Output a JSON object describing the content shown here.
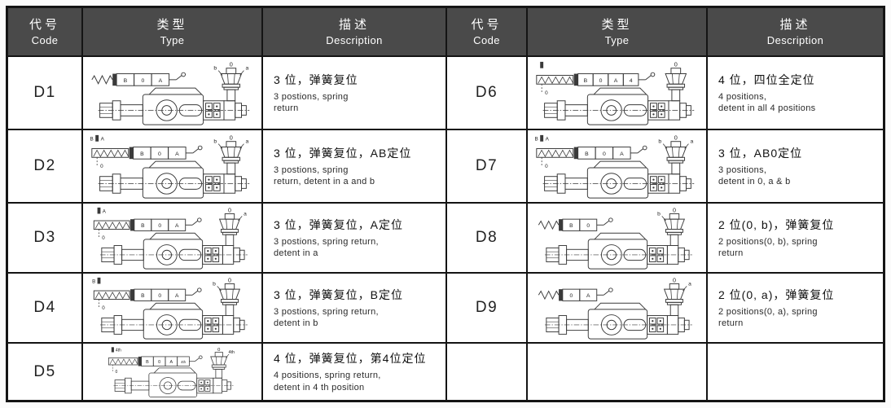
{
  "colors": {
    "header_bg": "#4a4a4a",
    "header_text": "#ffffff",
    "border": "#141414",
    "cell_bg": "#ffffff",
    "text": "#1c1c1c",
    "diagram_stroke": "#3a3a3a",
    "diagram_text": "#222222"
  },
  "header": {
    "code_zh": "代号",
    "code_en": "Code",
    "type_zh": "类型",
    "type_en": "Type",
    "desc_zh": "描述",
    "desc_en": "Description"
  },
  "rows_left": [
    {
      "code": "D1",
      "desc_zh": "3 位，弹簧复位",
      "desc_en_lines": [
        "3 postions, spring",
        "return"
      ],
      "sym": {
        "type": "spring",
        "cells": [
          "B",
          "0",
          "A"
        ]
      },
      "knob": {
        "top": "0",
        "left": "b",
        "right": "a"
      }
    },
    {
      "code": "D2",
      "desc_zh": "3 位，弹簧复位，AB定位",
      "desc_en_lines": [
        "3 postions, spring",
        "return, detent in a and b"
      ],
      "sym": {
        "type": "detent",
        "cells": [
          "B",
          "0",
          "A"
        ],
        "marker_left": "B",
        "marker_right": "A",
        "zero": "0"
      },
      "knob": {
        "top": "0",
        "left": "b",
        "right": "a"
      }
    },
    {
      "code": "D3",
      "desc_zh": "3 位，弹簧复位，A定位",
      "desc_en_lines": [
        "3 postions, spring return,",
        "detent in a"
      ],
      "sym": {
        "type": "detent",
        "cells": [
          "B",
          "0",
          "A"
        ],
        "marker_right": "A",
        "zero": "0"
      },
      "knob": {
        "top": "0",
        "right": "a"
      }
    },
    {
      "code": "D4",
      "desc_zh": "3 位，弹簧复位，B定位",
      "desc_en_lines": [
        "3 postions, spring return,",
        "detent in b"
      ],
      "sym": {
        "type": "detent",
        "cells": [
          "B",
          "0",
          "A"
        ],
        "marker_left": "B",
        "zero": "0"
      },
      "knob": {
        "top": "0",
        "left": "b"
      }
    },
    {
      "code": "D5",
      "desc_zh": "4 位，弹簧复位，第4位定位",
      "desc_en_lines": [
        "4 positions, spring return,",
        "detent in 4 th position"
      ],
      "sym": {
        "type": "detent",
        "cells": [
          "B",
          "0",
          "A",
          "4th"
        ],
        "marker_right": "4th",
        "zero": "0"
      },
      "knob": {
        "top": "0",
        "right": "4th"
      }
    }
  ],
  "rows_right": [
    {
      "code": "D6",
      "desc_zh": "4 位，四位全定位",
      "desc_en_lines": [
        "4 positions,",
        "detent in all 4 positions"
      ],
      "sym": {
        "type": "detent",
        "cells": [
          "B",
          "0",
          "A",
          "4"
        ],
        "zero": "0"
      },
      "knob": {
        "top": "0"
      }
    },
    {
      "code": "D7",
      "desc_zh": "3 位，AB0定位",
      "desc_en_lines": [
        "3 positions,",
        "detent in 0, a & b"
      ],
      "sym": {
        "type": "detent",
        "cells": [
          "B",
          "0",
          "A"
        ],
        "marker_left": "B",
        "marker_right": "A",
        "zero": "0"
      },
      "knob": {
        "top": "0",
        "left": "b",
        "right": "a"
      }
    },
    {
      "code": "D8",
      "desc_zh": "2 位(0, b)，弹簧复位",
      "desc_en_lines": [
        "2 positions(0, b), spring",
        "return"
      ],
      "sym": {
        "type": "spring",
        "cells": [
          "B",
          "0"
        ]
      },
      "knob": {
        "top": "0",
        "left": "b"
      }
    },
    {
      "code": "D9",
      "desc_zh": "2 位(0, a)，弹簧复位",
      "desc_en_lines": [
        "2 positions(0, a), spring",
        "return"
      ],
      "sym": {
        "type": "spring",
        "cells": [
          "0",
          "A"
        ]
      },
      "knob": {
        "top": "0",
        "right": "a"
      }
    },
    {
      "code": "",
      "desc_zh": "",
      "desc_en_lines": [],
      "sym": null,
      "knob": null
    }
  ]
}
